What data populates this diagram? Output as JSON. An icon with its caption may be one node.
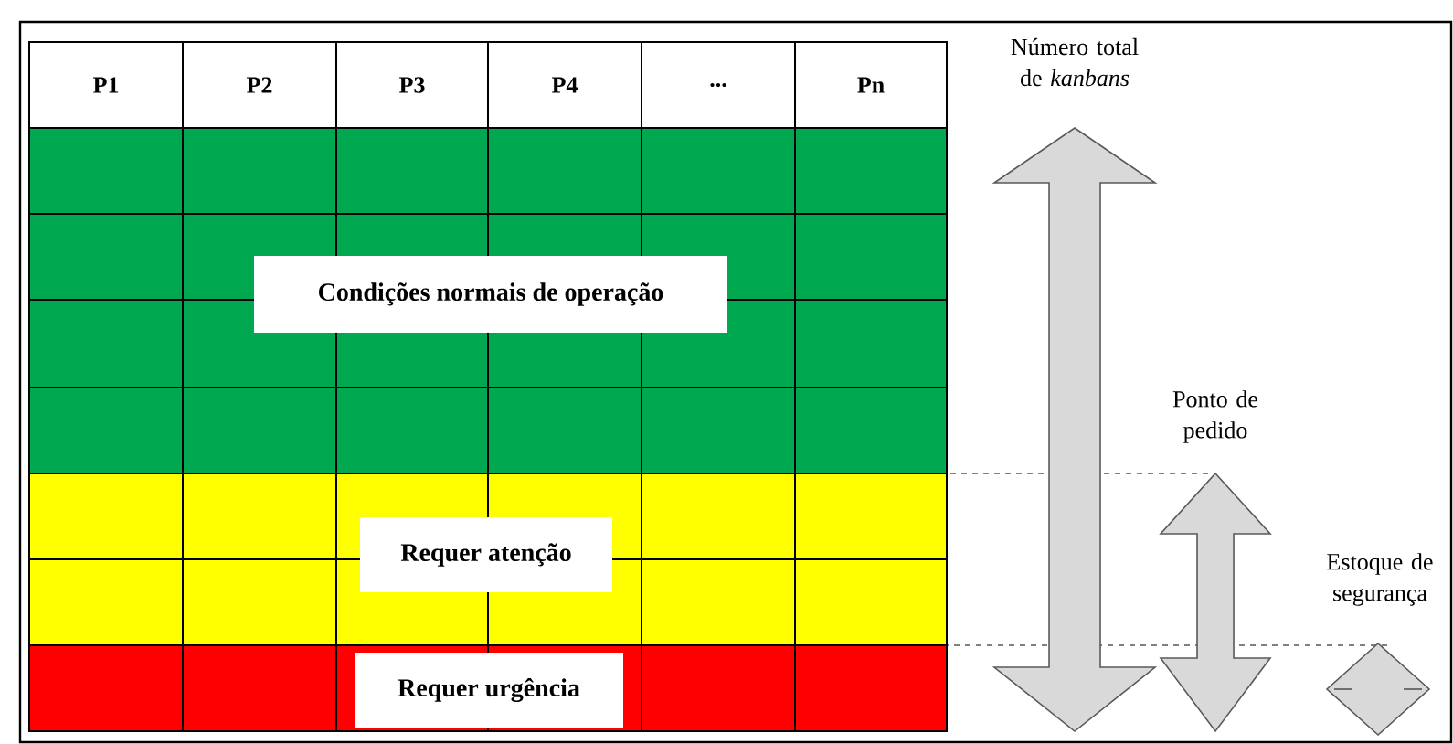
{
  "diagram": {
    "nodes": [
      {
        "text": [
          "Condições normais de operação"
        ]
      },
      {
        "text": [
          "Requer atenção"
        ]
      },
      {
        "text": [
          "Requer urgência"
        ]
      }
    ],
    "labels": [
      "P1",
      "P2",
      "P3",
      "P4",
      "...",
      "Pn",
      "Número total de *kanbans*",
      "Ponto de pedido",
      "Estoque de segurança"
    ]
  }
}
